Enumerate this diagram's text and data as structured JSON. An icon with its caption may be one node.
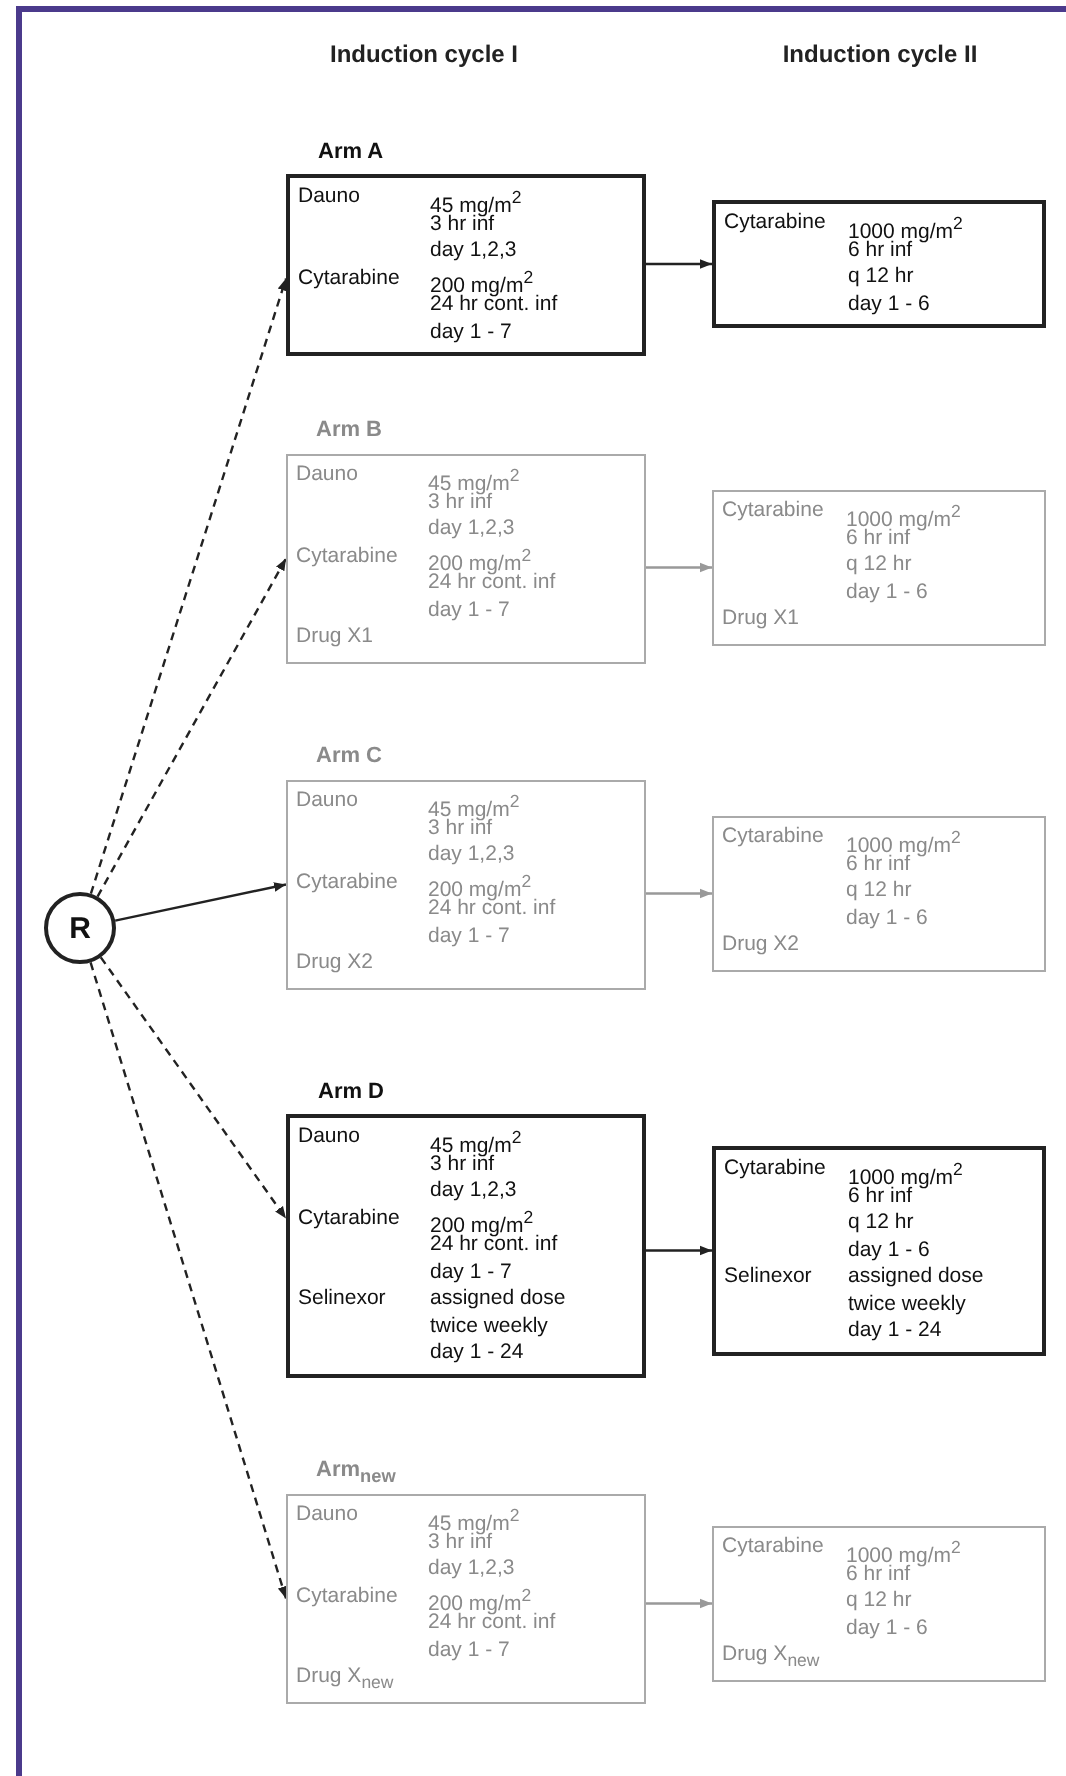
{
  "diagram": {
    "nodes": [
      {
        "text": [
          "R"
        ]
      },
      {
        "text": [
          "Arm A",
          "Dauno",
          "45 mg/m$^{2}$",
          "3 hr inf",
          "day 1,2,3",
          "Cytarabine",
          "200 mg/m$^{2}$",
          "24 hr cont. inf",
          "day 1 - 7"
        ]
      },
      {
        "text": [
          "Cytarabine",
          "1000 mg/m$^{2}$",
          "6 hr inf",
          "q 12 hr",
          "day 1 - 6"
        ]
      },
      {
        "text": [
          "Arm B",
          "Dauno",
          "45 mg/m$^{2}$",
          "3 hr inf",
          "day 1,2,3",
          "Cytarabine",
          "200 mg/m$^{2}$",
          "24 hr cont. inf",
          "day 1 - 7",
          "Drug X1"
        ]
      },
      {
        "text": [
          "Cytarabine",
          "1000 mg/m$^{2}$",
          "6 hr inf",
          "q 12 hr",
          "day 1 - 6",
          "Drug X1"
        ]
      },
      {
        "text": [
          "Arm C",
          "Dauno",
          "45 mg/m$^{2}$",
          "3 hr inf",
          "day 1,2,3",
          "Cytarabine",
          "200 mg/m$^{2}$",
          "24 hr cont. inf",
          "day 1 - 7",
          "Drug X2"
        ]
      },
      {
        "text": [
          "Cytarabine",
          "1000 mg/m$^{2}$",
          "6 hr inf",
          "q 12 hr",
          "day 1 - 6",
          "Drug X2"
        ]
      },
      {
        "text": [
          "Arm D",
          "Dauno",
          "45 mg/m$^{2}$",
          "3 hr inf",
          "day 1,2,3",
          "Cytarabine",
          "200 mg/m$^{2}$",
          "24 hr cont. inf",
          "day 1 - 7",
          "Selinexor",
          "assigned dose",
          "twice weekly",
          "day 1 - 24"
        ]
      },
      {
        "text": [
          "Cytarabine",
          "1000 mg/m$^{2}$",
          "6 hr inf",
          "q 12 hr",
          "day 1 - 6",
          "Selinexor",
          "assigned dose",
          "twice weekly",
          "day 1 - 24"
        ]
      },
      {
        "text": [
          "Arm$_{new}$",
          "Dauno",
          "45 mg/m$^{2}$",
          "3 hr inf",
          "day 1,2,3",
          "Cytarabine",
          "200 mg/m$^{2}$",
          "24 hr cont. inf",
          "day 1 - 7",
          "Drug X$_{new}$"
        ]
      },
      {
        "text": [
          "Cytarabine",
          "1000 mg/m$^{2}$",
          "6 hr inf",
          "q 12 hr",
          "day 1 - 6",
          "Drug X$_{new}$"
        ]
      }
    ],
    "edges": [
      {
        "from": 0,
        "to": 1,
        "arrow": "to",
        "style": "dashed"
      },
      {
        "from": 0,
        "to": 3,
        "arrow": "to",
        "style": "dashed"
      },
      {
        "from": 0,
        "to": 5,
        "arrow": "to"
      },
      {
        "from": 0,
        "to": 7,
        "arrow": "to",
        "style": "dashed"
      },
      {
        "from": 0,
        "to": 9,
        "arrow": "to",
        "style": "dashed"
      },
      {
        "from": 1,
        "to": 2,
        "arrow": "to"
      },
      {
        "from": 3,
        "to": 4,
        "arrow": "to",
        "color": "#999999"
      },
      {
        "from": 5,
        "to": 6,
        "arrow": "to",
        "color": "#999999"
      },
      {
        "from": 7,
        "to": 8,
        "arrow": "to"
      },
      {
        "from": 9,
        "to": 10,
        "arrow": "to",
        "color": "#999999"
      }
    ],
    "labels": [
      "Induction cycle I",
      "Induction cycle II"
    ]
  }
}
